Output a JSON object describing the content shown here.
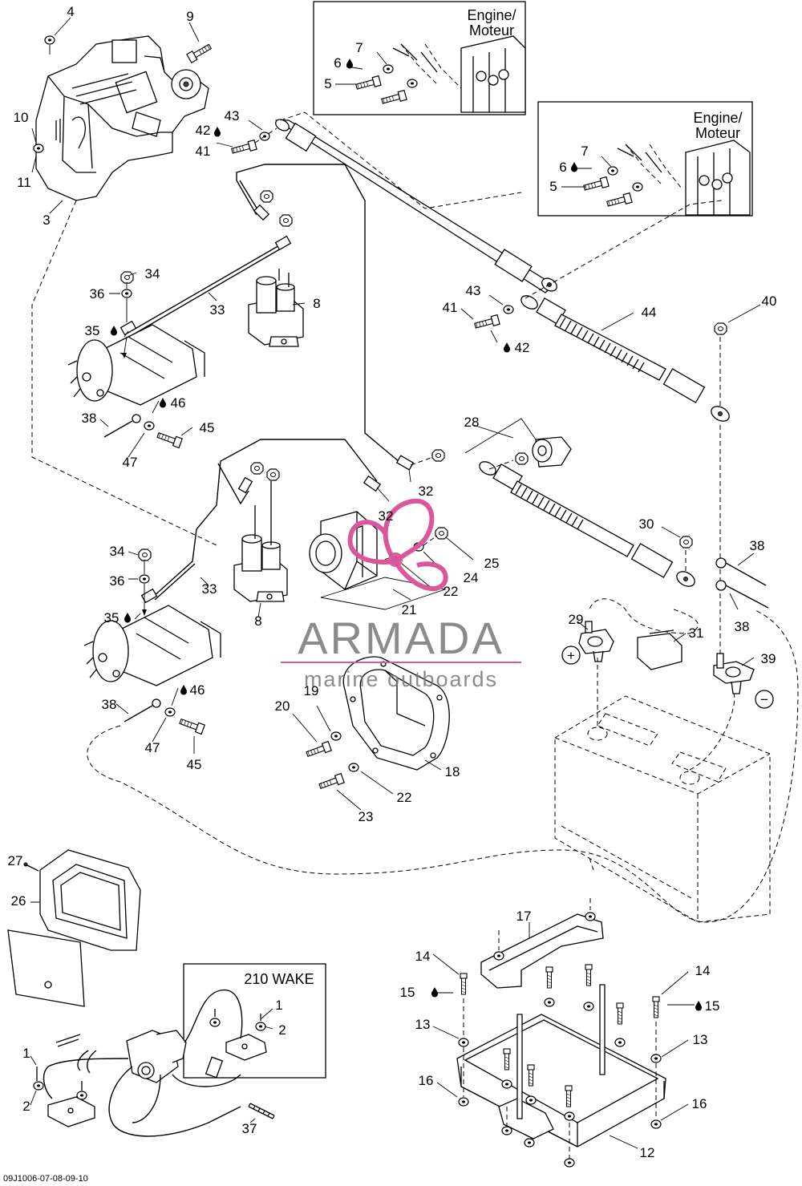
{
  "callouts": [
    {
      "id": "c4",
      "text": "4"
    },
    {
      "id": "c9",
      "text": "9"
    },
    {
      "id": "c10",
      "text": "10"
    },
    {
      "id": "c11",
      "text": "11"
    },
    {
      "id": "c3",
      "text": "3"
    },
    {
      "id": "c43a",
      "text": "43"
    },
    {
      "id": "c42a",
      "text": "42"
    },
    {
      "id": "c41a",
      "text": "41"
    },
    {
      "id": "c34a",
      "text": "34"
    },
    {
      "id": "c36a",
      "text": "36"
    },
    {
      "id": "c33a",
      "text": "33"
    },
    {
      "id": "c8a",
      "text": "8"
    },
    {
      "id": "c35a",
      "text": "35"
    },
    {
      "id": "c46a",
      "text": "46"
    },
    {
      "id": "c38a",
      "text": "38"
    },
    {
      "id": "c45a",
      "text": "45"
    },
    {
      "id": "c47a",
      "text": "47"
    },
    {
      "id": "c43b",
      "text": "43"
    },
    {
      "id": "c41b",
      "text": "41"
    },
    {
      "id": "c42b",
      "text": "42"
    },
    {
      "id": "c44",
      "text": "44"
    },
    {
      "id": "c40",
      "text": "40"
    },
    {
      "id": "c28",
      "text": "28"
    },
    {
      "id": "c32a",
      "text": "32"
    },
    {
      "id": "c32b",
      "text": "32"
    },
    {
      "id": "c30",
      "text": "30"
    },
    {
      "id": "c38b",
      "text": "38"
    },
    {
      "id": "c38c",
      "text": "38"
    },
    {
      "id": "c25",
      "text": "25"
    },
    {
      "id": "c24",
      "text": "24"
    },
    {
      "id": "c22a",
      "text": "22"
    },
    {
      "id": "c21",
      "text": "21"
    },
    {
      "id": "c34b",
      "text": "34"
    },
    {
      "id": "c36b",
      "text": "36"
    },
    {
      "id": "c33b",
      "text": "33"
    },
    {
      "id": "c8b",
      "text": "8"
    },
    {
      "id": "c35b",
      "text": "35"
    },
    {
      "id": "c29",
      "text": "29"
    },
    {
      "id": "c31",
      "text": "31"
    },
    {
      "id": "c39",
      "text": "39"
    },
    {
      "id": "c46b",
      "text": "46"
    },
    {
      "id": "c38d",
      "text": "38"
    },
    {
      "id": "c47b",
      "text": "47"
    },
    {
      "id": "c45b",
      "text": "45"
    },
    {
      "id": "c20",
      "text": "20"
    },
    {
      "id": "c19",
      "text": "19"
    },
    {
      "id": "c18",
      "text": "18"
    },
    {
      "id": "c22b",
      "text": "22"
    },
    {
      "id": "c23",
      "text": "23"
    },
    {
      "id": "c27",
      "text": "27"
    },
    {
      "id": "c26",
      "text": "26"
    },
    {
      "id": "c17",
      "text": "17"
    },
    {
      "id": "c14a",
      "text": "14"
    },
    {
      "id": "c15a",
      "text": "15"
    },
    {
      "id": "c13a",
      "text": "13"
    },
    {
      "id": "c16a",
      "text": "16"
    },
    {
      "id": "c14b",
      "text": "14"
    },
    {
      "id": "c15b",
      "text": "15"
    },
    {
      "id": "c13b",
      "text": "13"
    },
    {
      "id": "c16b",
      "text": "16"
    },
    {
      "id": "c12",
      "text": "12"
    },
    {
      "id": "c1a",
      "text": "1"
    },
    {
      "id": "c2a",
      "text": "2"
    },
    {
      "id": "c1b",
      "text": "1"
    },
    {
      "id": "c2b",
      "text": "2"
    },
    {
      "id": "c37",
      "text": "37"
    },
    {
      "id": "c7a",
      "text": "7"
    },
    {
      "id": "c6a",
      "text": "6"
    },
    {
      "id": "c5a",
      "text": "5"
    },
    {
      "id": "c7b",
      "text": "7"
    },
    {
      "id": "c6b",
      "text": "6"
    },
    {
      "id": "c5b",
      "text": "5"
    }
  ],
  "inset_engine_top": {
    "line1": "Engine/",
    "line2": "Moteur"
  },
  "inset_engine_right": {
    "line1": "Engine/",
    "line2": "Moteur"
  },
  "inset_wake": {
    "title": "210 WAKE"
  },
  "polarity": {
    "positive": "+",
    "negative": "−"
  },
  "watermark": {
    "title": "ARMADA",
    "subtitle": "marine outboards"
  },
  "reference_code": "09J1006-07-08-09-10",
  "colors": {
    "watermark_gray": "#777777",
    "watermark_pink": "#d9579a",
    "line": "#000000"
  }
}
